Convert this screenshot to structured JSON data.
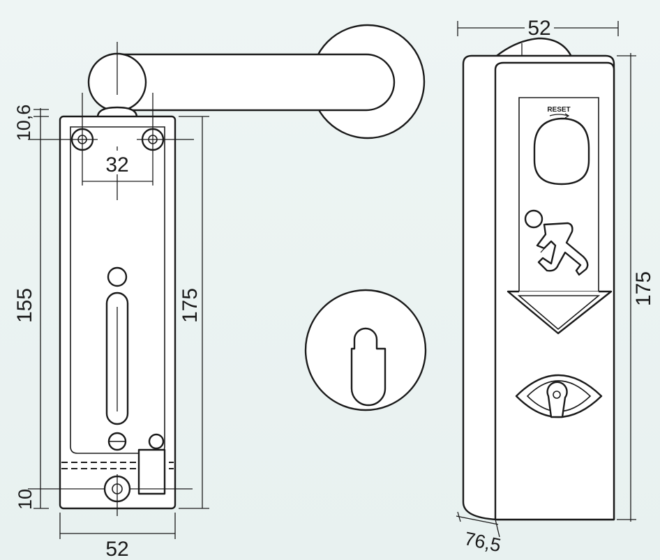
{
  "dimensions": {
    "front_width": "52",
    "hole_spacing": "32",
    "top_offset": "10,6",
    "plate_height": "155",
    "overall_height": "175",
    "bottom_offset": "10",
    "side_width": "52",
    "side_height": "175",
    "side_depth": "76,5"
  },
  "labels": {
    "reset": "RESET"
  },
  "colors": {
    "background": "#eef5f4",
    "line": "#1a1a1a",
    "fill": "#ffffff"
  },
  "icons": {
    "running_man": "running-man-icon",
    "arrow": "down-arrow-icon",
    "eye": "eye-keyhole-icon"
  }
}
